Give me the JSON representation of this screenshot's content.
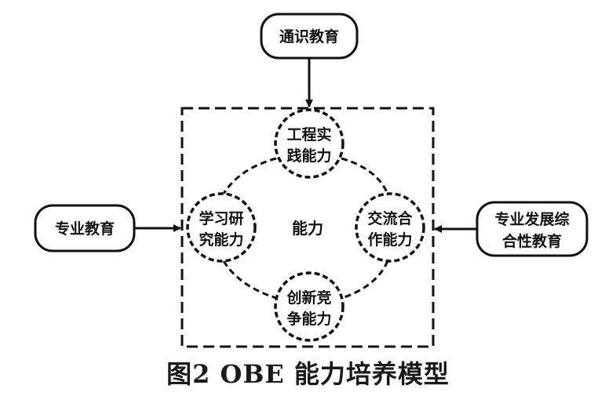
{
  "nodes": {
    "top": "通识教育",
    "left": "专业教育",
    "right_line1": "专业发展综",
    "right_line2": "合性教育"
  },
  "abilities": {
    "center": "能力",
    "practice_line1": "工程实",
    "practice_line2": "践能力",
    "research_line1": "学习研",
    "research_line2": "究能力",
    "communication_line1": "交流合",
    "communication_line2": "作能力",
    "innovation_line1": "创新竞",
    "innovation_line2": "争能力"
  },
  "caption": "图2 OBE 能力培养模型"
}
